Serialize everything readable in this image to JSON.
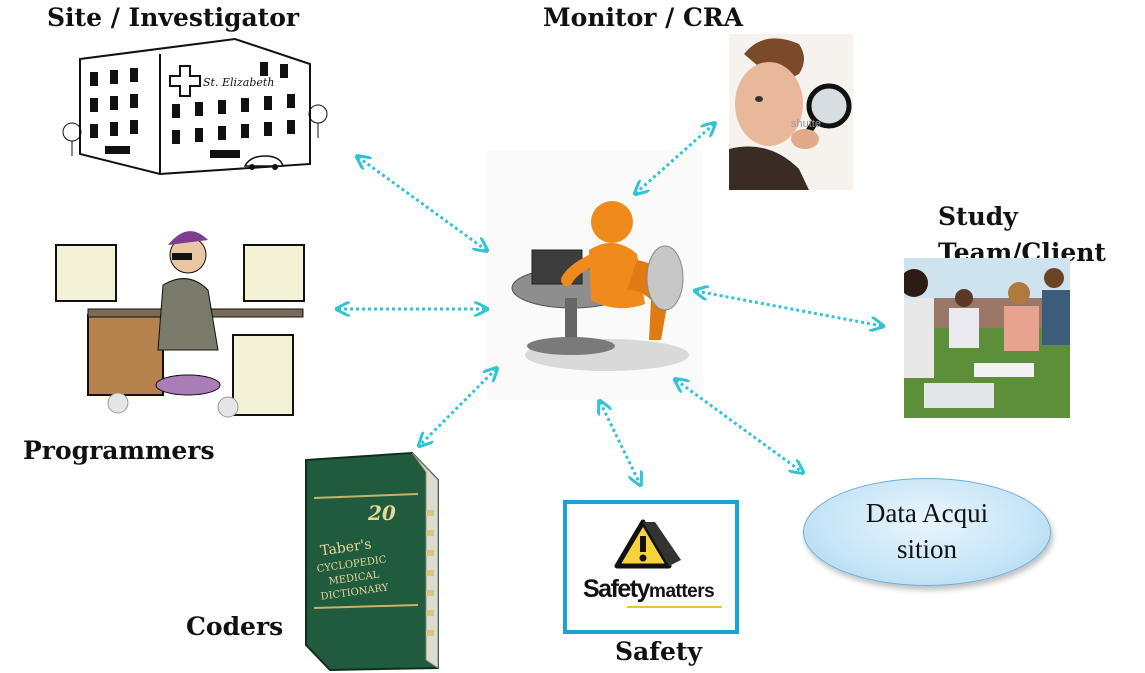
{
  "nodes": {
    "site": "Site / Investigator",
    "monitor": "Monitor / CRA",
    "study_team": [
      "Study",
      "Team/Client"
    ],
    "programmers": "Programmers",
    "coders": "Coders",
    "safety": "Safety",
    "data_acquisition": "Data Acquisition"
  },
  "images": {
    "hospital_sign": "St. Elizabeth",
    "monitor_watermark": "shutte",
    "book_volume": "20",
    "book_title": [
      "Taber's",
      "CYCLOPEDIC",
      "MEDICAL",
      "DICTIONARY"
    ],
    "safety_sign": [
      "Safety",
      "matters"
    ]
  },
  "colors": {
    "connector": "#33c3d6",
    "safety_border": "#1aa3d2",
    "ellipse_fill": "#c6e5f7",
    "book_green": "#1f5b3c",
    "hub_figure": "#f08a1c"
  }
}
